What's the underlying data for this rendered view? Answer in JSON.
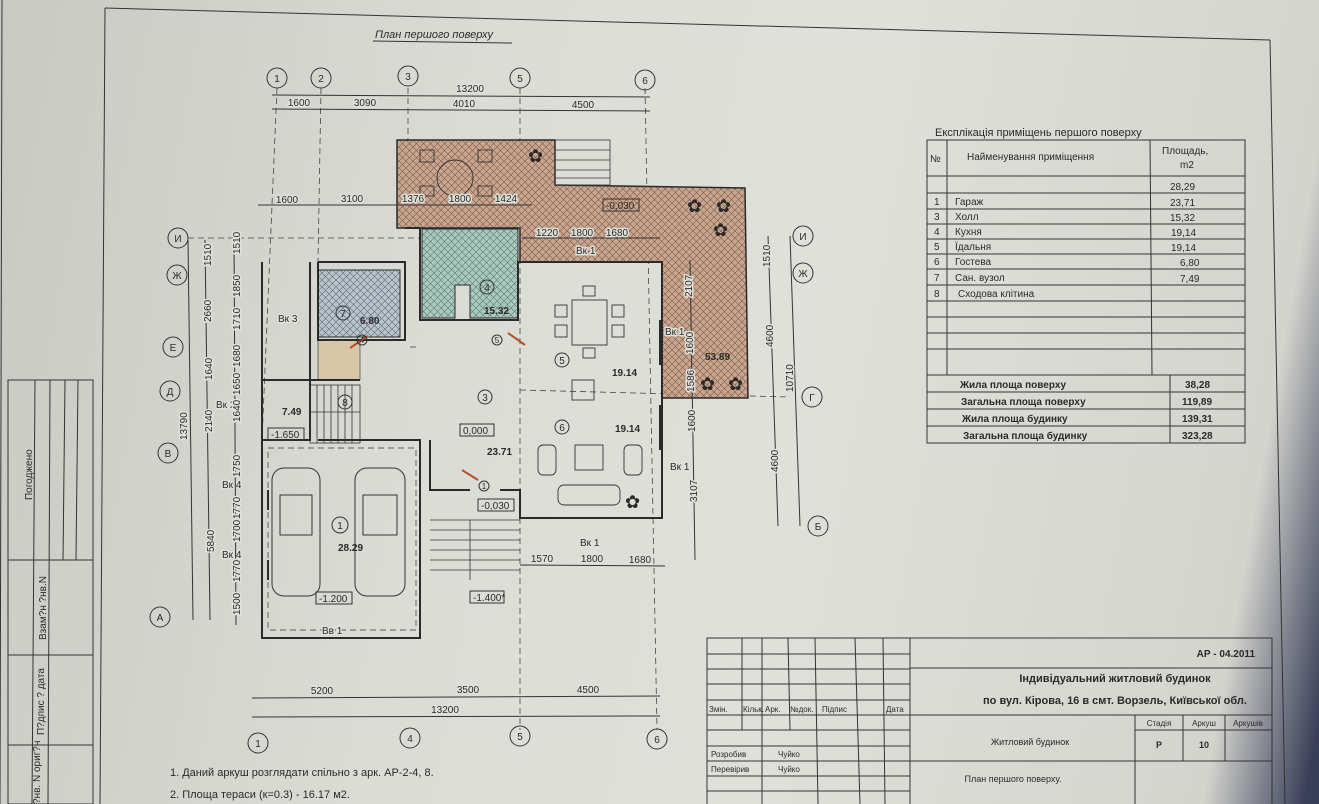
{
  "drawing_title": "План першого поверху",
  "axes": {
    "top": [
      "1",
      "2",
      "3",
      "5",
      "6"
    ],
    "bottom": [
      "1",
      "4",
      "5",
      "6"
    ],
    "left": [
      "И",
      "Ж",
      "Е",
      "Д",
      "В",
      "А"
    ],
    "right": [
      "И",
      "Ж",
      "Г",
      "Б"
    ]
  },
  "dimensions": {
    "top_total": "13200",
    "top_parts": [
      "1600",
      "3090",
      "4010",
      "4500"
    ],
    "top_second": [
      "1600",
      "3100",
      "1376",
      "1800",
      "1424"
    ],
    "terrace": [
      "1220",
      "1800",
      "1680"
    ],
    "bottom_total": "13200",
    "bottom_parts": [
      "5200",
      "3500",
      "4500"
    ],
    "bottom_inner": [
      "1570",
      "1800",
      "1680"
    ],
    "left_total": "13790",
    "left_mid": [
      "1510",
      "2660",
      "1640",
      "2140",
      "5840"
    ],
    "left_inner": [
      "1510",
      "1850",
      "1710",
      "1680",
      "1650",
      "1640",
      "1750",
      "1770",
      "1700",
      "1770",
      "1500"
    ],
    "right_inner": [
      "2107",
      "1600",
      "1586",
      "1600",
      "3107"
    ],
    "right_mid": [
      "1510",
      "4600",
      "4600"
    ],
    "right_total": "10710"
  },
  "rooms": [
    {
      "num": "1",
      "area": "28.29"
    },
    {
      "num": "3",
      "area": "23.71"
    },
    {
      "num": "4",
      "area": "15.32"
    },
    {
      "num": "5",
      "area": "19.14"
    },
    {
      "num": "6",
      "area": "19.14"
    },
    {
      "num": "7",
      "area": "6.80"
    },
    {
      "num": "8",
      "area": "7.49"
    }
  ],
  "terrace_area": "53.89",
  "levels": [
    "-0,030",
    "0,000",
    "-1.650",
    "-0,030",
    "-1.200",
    "-1.400*"
  ],
  "openings": [
    "Вк 3",
    "Вк 2",
    "Вк 4",
    "Вк 4",
    "Вк 1",
    "Вк 1",
    "Вк 1",
    "Вк 1",
    "Вв 1"
  ],
  "door_marks": [
    "4",
    "5",
    "1"
  ],
  "notes": [
    "1. Даний аркуш розглядати спільно з арк. АР-2-4, 8.",
    "2. Площа тераси (к=0.3)  -  16.17 м2."
  ],
  "explication": {
    "title": "Експлікація приміщень першого поверху",
    "col_no": "№",
    "col_name": "Найменування приміщення",
    "col_area_1": "Площадь,",
    "col_area_2": "m2",
    "area_values": [
      "28,29",
      "23,71",
      "15,32",
      "19,14",
      "19,14",
      "6,80",
      "7,49"
    ],
    "rows": [
      {
        "no": "1",
        "name": "Гараж"
      },
      {
        "no": "3",
        "name": "Холл"
      },
      {
        "no": "4",
        "name": "Кухня"
      },
      {
        "no": "5",
        "name": "Їдальня"
      },
      {
        "no": "6",
        "name": "Гостева"
      },
      {
        "no": "7",
        "name": "Сан.  вузол"
      },
      {
        "no": "8",
        "name": "Сходова клітина"
      }
    ],
    "totals": [
      {
        "label": "Жила площа поверху",
        "value": "38,28"
      },
      {
        "label": "Загальна площа поверху",
        "value": "119,89"
      },
      {
        "label": "Жила площа будинку",
        "value": "139,31"
      },
      {
        "label": "Загальна площа будинку",
        "value": "323,28"
      }
    ]
  },
  "title_block": {
    "code": "АР - 04.2011",
    "project_line1": "Індивідуальний житловий будинок",
    "project_line2": "по вул. Кірова, 16 в смт. Ворзель, Київської обл.",
    "headers": [
      "Змін.",
      "Кільк.",
      "Арк.",
      "№док.",
      "Підпис",
      "Дата"
    ],
    "developed_label": "Розробив",
    "developed_by": "Чуйко",
    "checked_label": "Перевірив",
    "checked_by": "Чуйко",
    "object": "Житловий будинок",
    "stage_label": "Стадія",
    "sheet_label": "Аркуш",
    "sheets_label": "Аркушів",
    "stage": "Р",
    "sheet": "10",
    "sheet_title": "План першого поверху."
  },
  "side_strip": [
    "Погоджено",
    "Взам?н ?нв.N",
    "П?дпис ? дата",
    "?нв. N ориг?н"
  ],
  "colors": {
    "terrace": "#c9a58f",
    "kitchen": "#a9c8bf",
    "bathroom": "#b9c3cc",
    "accent_arrow": "#b4502a"
  }
}
